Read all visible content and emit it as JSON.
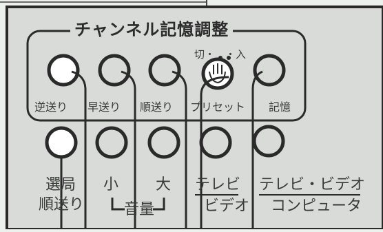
{
  "panel": {
    "title": "チャンネル記憶調整",
    "switch_label": "切・　・入",
    "top_row": [
      "逆送り",
      "早送り",
      "順送り",
      "プリセット",
      "記憶"
    ],
    "bottom_row": {
      "station_line1": "選局",
      "station_line2": "順送り",
      "vol_small": "小",
      "vol_large": "大",
      "volume": "音量",
      "tv": "テレビ",
      "video": "ビデオ",
      "tv_video": "テレビ・ビデオ",
      "computer": "コンピュータ"
    }
  },
  "colors": {
    "page": "#ecf1ee",
    "panel": "#d9dbd9",
    "line": "#2a2a2a",
    "button": "#ffffff"
  }
}
